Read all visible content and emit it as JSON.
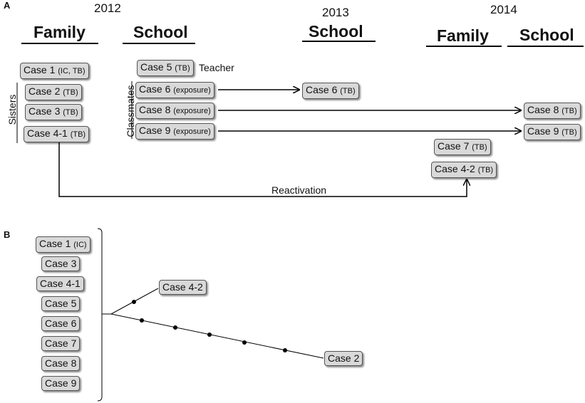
{
  "panelA": {
    "letter": "A",
    "years": {
      "y2012": "2012",
      "y2013": "2013",
      "y2014": "2014"
    },
    "headers": {
      "family_2012": "Family",
      "school_2012": "School",
      "school_2013": "School",
      "family_2014": "Family",
      "school_2014": "School"
    },
    "group_labels": {
      "sisters": "Sisters",
      "classmates": "Classmates"
    },
    "teacher_label": "Teacher",
    "reactivation_label": "Reactivation",
    "cases": {
      "c1": {
        "name": "Case 1",
        "tag": "(IC, TB)"
      },
      "c2": {
        "name": "Case 2",
        "tag": "(TB)"
      },
      "c3": {
        "name": "Case 3",
        "tag": "(TB)"
      },
      "c41": {
        "name": "Case 4-1",
        "tag": "(TB)"
      },
      "c5": {
        "name": "Case 5",
        "tag": "(TB)"
      },
      "c6e": {
        "name": "Case 6",
        "tag": "(exposure)"
      },
      "c8e": {
        "name": "Case 8",
        "tag": "(exposure)"
      },
      "c9e": {
        "name": "Case 9",
        "tag": "(exposure)"
      },
      "c6tb": {
        "name": "Case 6",
        "tag": "(TB)"
      },
      "c7": {
        "name": "Case 7",
        "tag": "(TB)"
      },
      "c42": {
        "name": "Case 4-2",
        "tag": "(TB)"
      },
      "c8tb": {
        "name": "Case 8",
        "tag": "(TB)"
      },
      "c9tb": {
        "name": "Case 9",
        "tag": "(TB)"
      }
    }
  },
  "panelB": {
    "letter": "B",
    "list": [
      {
        "name": "Case 1",
        "tag": "(IC)"
      },
      {
        "name": "Case 3",
        "tag": ""
      },
      {
        "name": "Case 4-1",
        "tag": ""
      },
      {
        "name": "Case 5",
        "tag": ""
      },
      {
        "name": "Case 6",
        "tag": ""
      },
      {
        "name": "Case 7",
        "tag": ""
      },
      {
        "name": "Case 8",
        "tag": ""
      },
      {
        "name": "Case 9",
        "tag": ""
      }
    ],
    "tip_upper": "Case 4-2",
    "tip_lower": "Case 2"
  }
}
